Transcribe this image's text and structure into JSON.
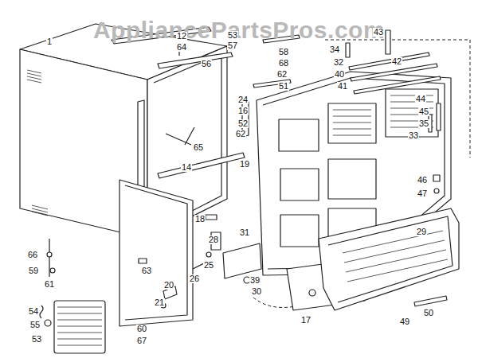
{
  "diagram": {
    "labels": [
      "AppliancePartsPros.com",
      "1",
      "12",
      "64",
      "53",
      "57",
      "58",
      "68",
      "62",
      "56",
      "51",
      "24",
      "16",
      "52",
      "62",
      "65",
      "14",
      "19",
      "18",
      "28",
      "31",
      "25",
      "26",
      "20",
      "21",
      "39",
      "30",
      "17",
      "49",
      "50",
      "29",
      "34",
      "32",
      "40",
      "41",
      "43",
      "42",
      "44",
      "45",
      "35",
      "33",
      "46",
      "47",
      "66",
      "59",
      "61",
      "63",
      "54",
      "55",
      "53",
      "60",
      "67"
    ]
  }
}
